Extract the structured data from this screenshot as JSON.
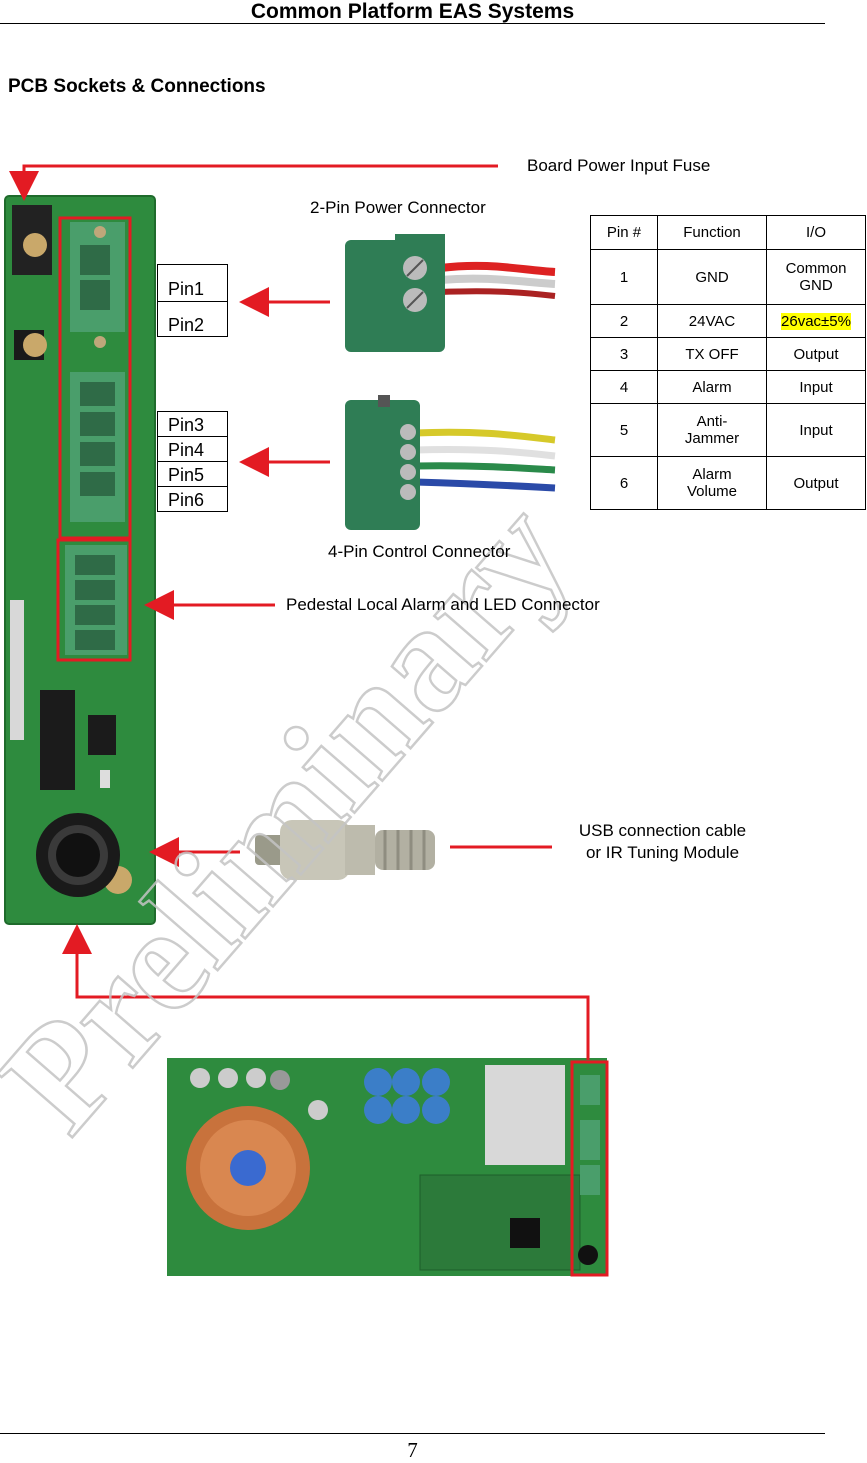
{
  "header": {
    "title": "Common Platform EAS Systems"
  },
  "section_title": "PCB Sockets & Connections",
  "labels": {
    "fuse": "Board Power Input Fuse",
    "power_connector": "2-Pin Power Connector",
    "control_connector": "4-Pin Control Connector",
    "pedestal": "Pedestal Local Alarm and LED Connector",
    "usb_line1": "USB connection cable",
    "usb_line2": "or IR Tuning Module"
  },
  "pins": {
    "power": [
      "Pin1",
      "Pin2"
    ],
    "control": [
      "Pin3",
      "Pin4",
      "Pin5",
      "Pin6"
    ]
  },
  "pin_table": {
    "headers": [
      "Pin #",
      "Function",
      "I/O"
    ],
    "rows": [
      [
        "1",
        "GND",
        "Common GND"
      ],
      [
        "2",
        "24VAC",
        "26vac±5%"
      ],
      [
        "3",
        "TX OFF",
        "Output"
      ],
      [
        "4",
        "Alarm",
        "Input"
      ],
      [
        "5",
        "Anti-Jammer",
        "Input"
      ],
      [
        "6",
        "Alarm Volume",
        "Output"
      ]
    ]
  },
  "watermark": "Preliminary",
  "footer": {
    "page_number": "7"
  },
  "colors": {
    "arrow": "#e31b23",
    "pcb": "#2e8b3e",
    "connector": "#2f7d55",
    "highlight": "#ffff00"
  }
}
